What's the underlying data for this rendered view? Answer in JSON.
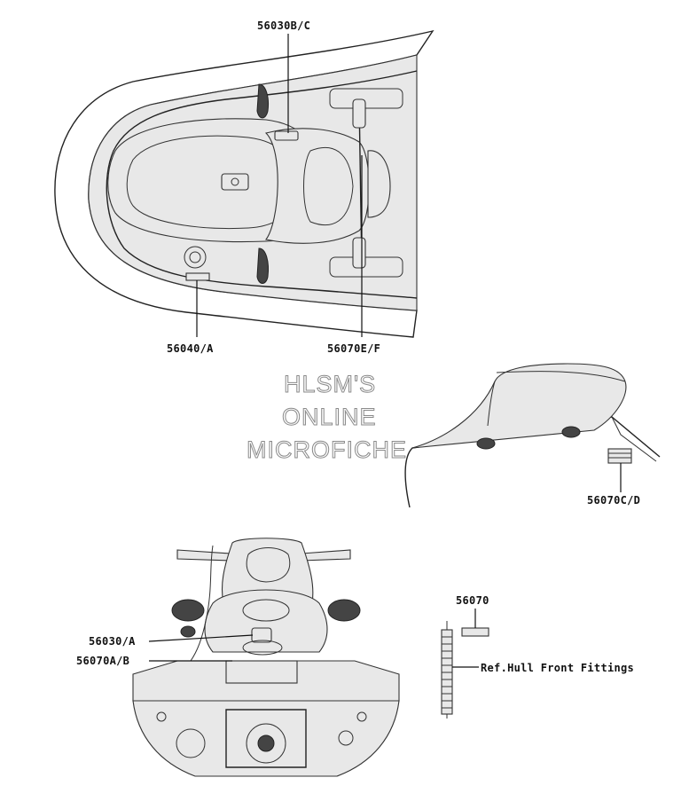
{
  "watermark": {
    "line1": "HLSM'S",
    "line2": "ONLINE",
    "line3": "MICROFICHE"
  },
  "labels": {
    "p56030bc": "56030B/C",
    "p56040a": "56040/A",
    "p56070ef": "56070E/F",
    "p56070cd": "56070C/D",
    "p56070": "56070",
    "p56030a": "56030/A",
    "p56070ab": "56070A/B",
    "ref_hull": "Ref.Hull Front Fittings"
  }
}
